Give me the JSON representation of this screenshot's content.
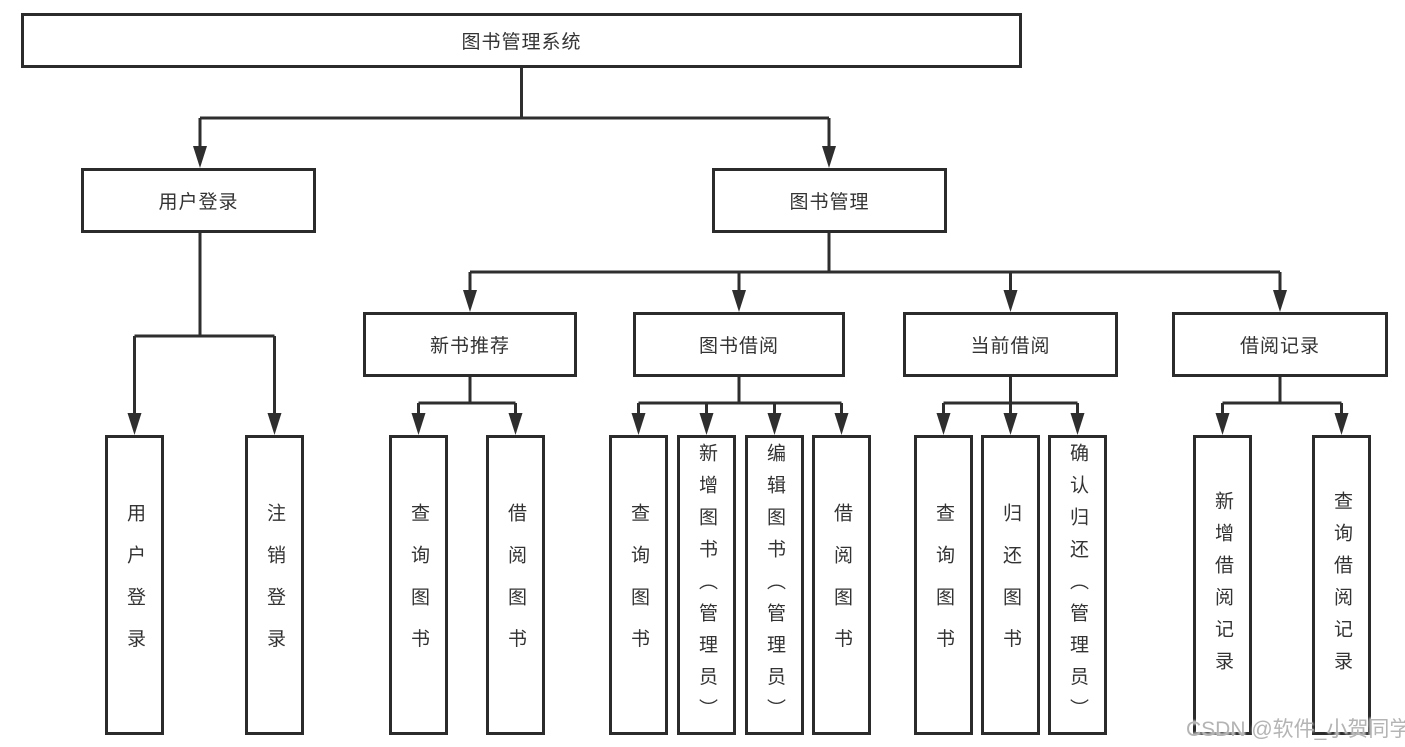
{
  "tree": {
    "root": {
      "label": "图书管理系统",
      "children": [
        {
          "label": "用户登录",
          "children": [
            {
              "label": "用户登录"
            },
            {
              "label": "注销登录"
            }
          ]
        },
        {
          "label": "图书管理",
          "children": [
            {
              "label": "新书推荐",
              "children": [
                {
                  "label": "查询图书"
                },
                {
                  "label": "借阅图书"
                }
              ]
            },
            {
              "label": "图书借阅",
              "children": [
                {
                  "label": "查询图书"
                },
                {
                  "label": "新增图书（管理员）"
                },
                {
                  "label": "编辑图书（管理员）"
                },
                {
                  "label": "借阅图书"
                }
              ]
            },
            {
              "label": "当前借阅",
              "children": [
                {
                  "label": "查询图书"
                },
                {
                  "label": "归还图书"
                },
                {
                  "label": "确认归还（管理员）"
                }
              ]
            },
            {
              "label": "借阅记录",
              "children": [
                {
                  "label": "新增借阅记录"
                },
                {
                  "label": "查询借阅记录"
                }
              ]
            }
          ]
        }
      ]
    },
    "line_color": "#2e2e2e",
    "border_color": "#2b2b2b"
  },
  "watermark": {
    "text": "CSDN @软件_小贺同学"
  }
}
